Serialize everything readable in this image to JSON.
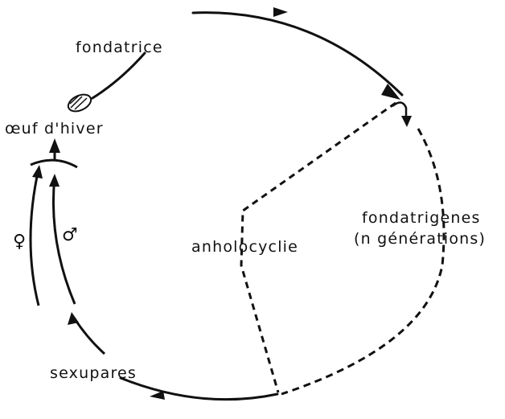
{
  "labels": {
    "fondatrice": "fondatrice",
    "oeuf_hiver": "œuf d'hiver",
    "fondatrigenes": "fondatrigenes",
    "generations": "(n générations)",
    "anholocyclie": "anholocyclie",
    "sexupares": "sexupares",
    "female_symbol": "♀",
    "male_symbol": "♂"
  },
  "colors": {
    "ink": "#111111",
    "background": "#ffffff"
  }
}
